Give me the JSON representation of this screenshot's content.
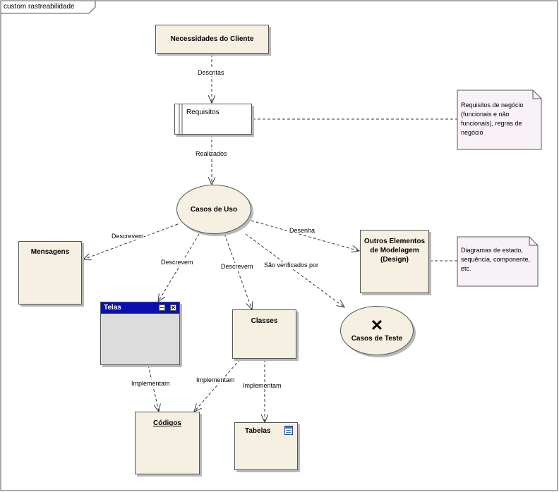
{
  "frame": {
    "title": "custom rastreabilidade"
  },
  "nodes": {
    "necessidades": "Necessidades do Cliente",
    "requisitos": "Requisitos",
    "casos_uso": "Casos de Uso",
    "mensagens": "Mensagens",
    "outros": "Outros Elementos de Modelagem (Design)",
    "telas": "Telas",
    "classes": "Classes",
    "casos_teste": "Casos de Teste",
    "codigos": "Códigos",
    "tabelas": "Tabelas"
  },
  "notes": {
    "requisitos_note": "Requisitos de negócio (funcionais e não funcionais), regras de negócio",
    "design_note": "Diagramas de estado, sequência, componente, etc."
  },
  "edges": {
    "descritas": "Descritas",
    "realizados": "Realizados",
    "descrevem_mensagens": "Descrevem",
    "descrevem_telas": "Descrevem",
    "descrevem_classes": "Descrevem",
    "desenha": "Desenha",
    "verificados": "São verificados por",
    "implementam_telas": "Implementam",
    "implementam_classes_codigos": "Implementam",
    "implementam_classes_tabelas": "Implementam"
  },
  "colors": {
    "node_fill": "#f6f0e2",
    "note_fill": "#f8f2f8",
    "window_title": "#0a10b0",
    "window_body": "#dcdcdc"
  }
}
